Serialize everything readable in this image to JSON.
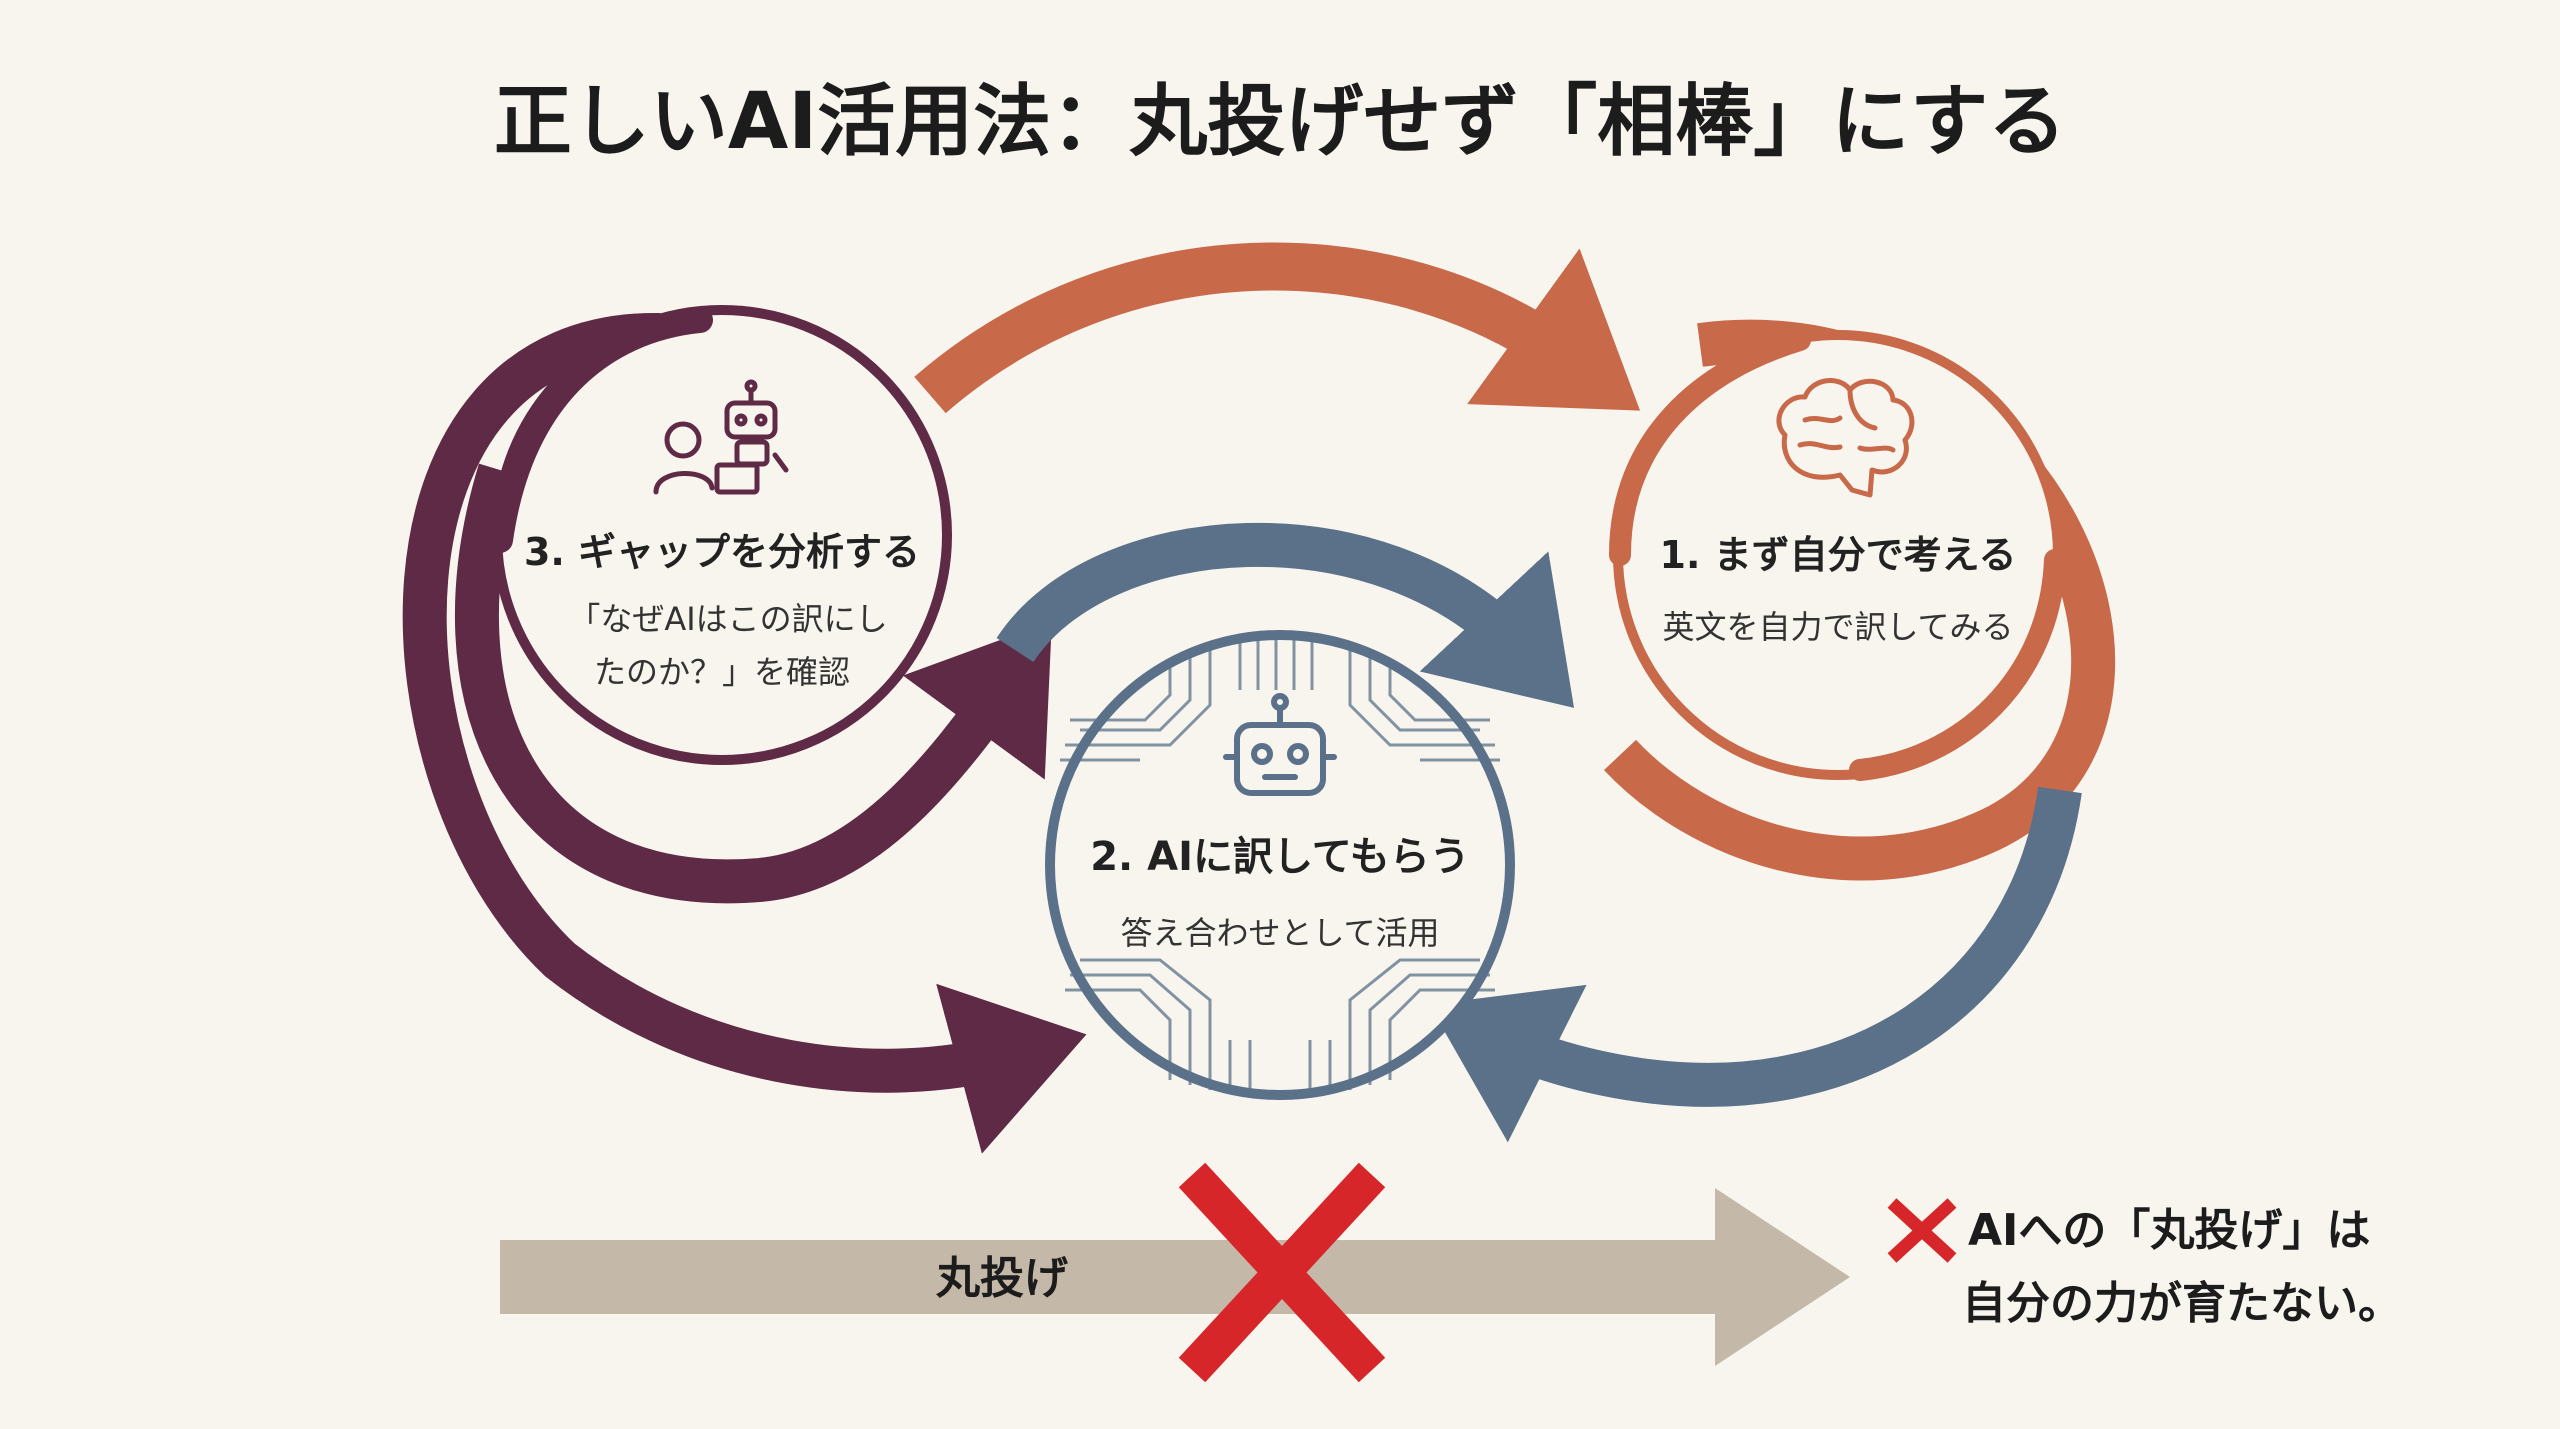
{
  "title": "正しいAI活用法：丸投げせず「相棒」にする",
  "steps": [
    {
      "title": "1. まず自分で考える",
      "desc": [
        "英文を自力で訳してみる"
      ],
      "icon": "brain-icon",
      "color": "#c8694a"
    },
    {
      "title": "2. AIに訳してもらう",
      "desc": [
        "答え合わせとして活用"
      ],
      "icon": "robot-icon",
      "color": "#5a7189"
    },
    {
      "title": "3. ギャップを分析する",
      "desc": [
        "「なぜAIはこの訳にし",
        "たのか？」を確認"
      ],
      "icon": "person-with-robot-icon",
      "color": "#5e2a45"
    }
  ],
  "bottom": {
    "arrow_label": "丸投げ",
    "warning_lines": [
      "AIへの「丸投げ」は",
      "自分の力が育たない。"
    ],
    "cross_color": "#d7262a",
    "arrow_color": "#c4b9a8"
  }
}
